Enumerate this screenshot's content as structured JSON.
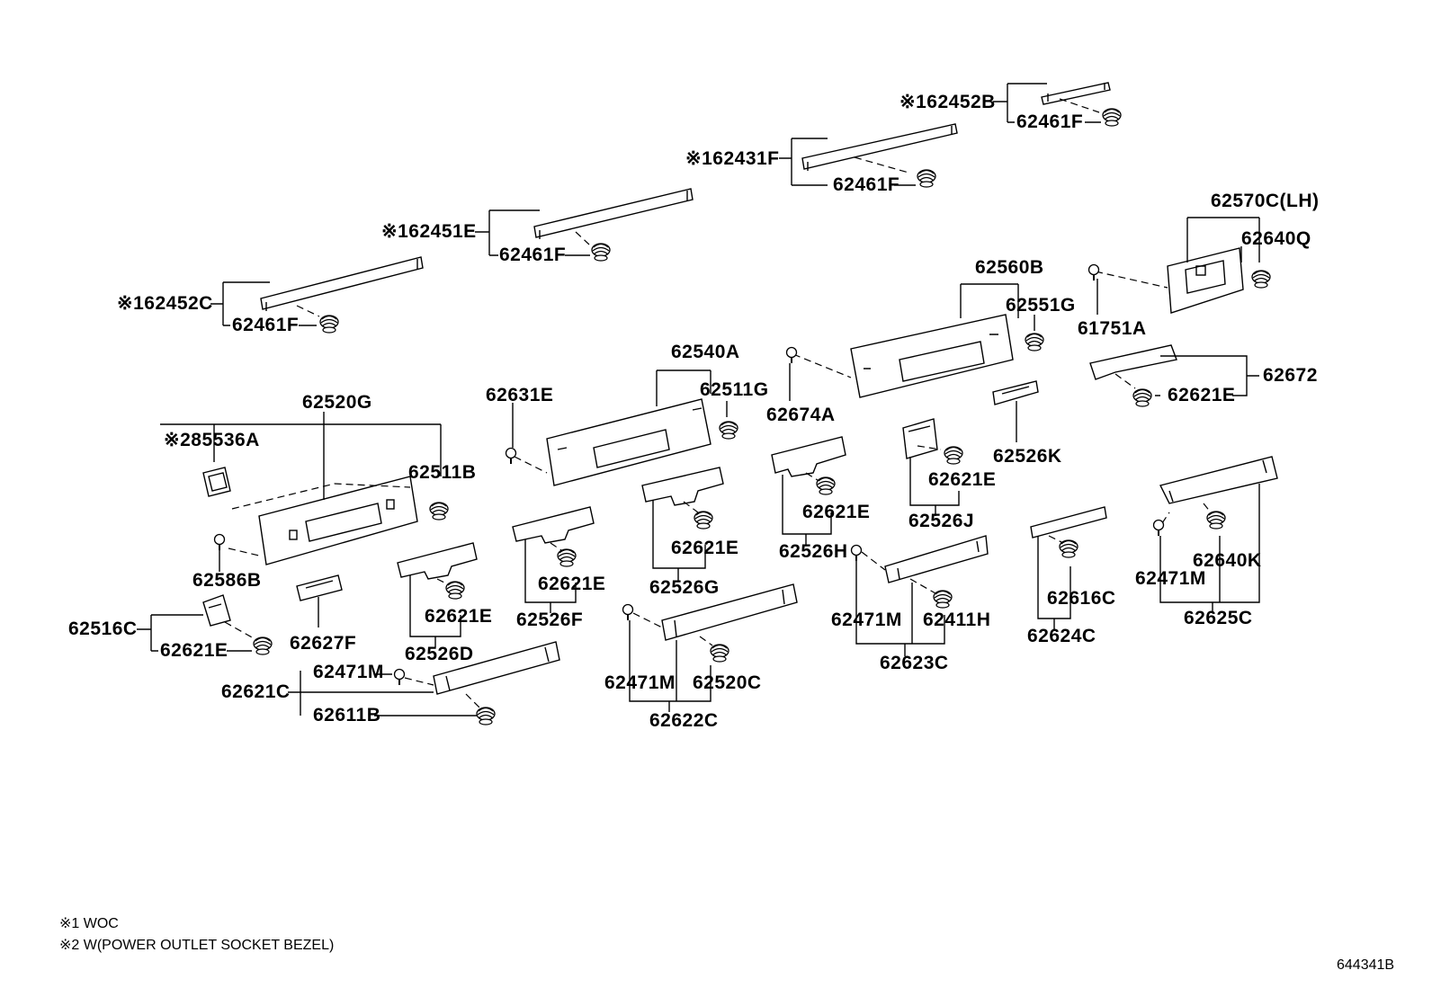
{
  "notes": [
    "※1 WOC",
    "※2 W(POWER OUTLET SOCKET BEZEL)"
  ],
  "diagram_code": "644341B",
  "labels": {
    "l_62452B": "※162452B",
    "l_62461F_a": "62461F",
    "l_62431F": "※162431F",
    "l_62461F_b": "62461F",
    "l_62451E": "※162451E",
    "l_62461F_c": "62461F",
    "l_62452C": "※162452C",
    "l_62461F_d": "62461F",
    "l_62570C": "62570C(LH)",
    "l_62640Q": "62640Q",
    "l_61751A": "61751A",
    "l_62560B": "62560B",
    "l_62551G": "62551G",
    "l_62672": "62672",
    "l_62621E_top": "62621E",
    "l_62540A": "62540A",
    "l_62511G": "62511G",
    "l_62631E": "62631E",
    "l_62674A": "62674A",
    "l_62526K": "62526K",
    "l_62520G": "62520G",
    "l_85536A": "※285536A",
    "l_62511B": "62511B",
    "l_62621E_j": "62621E",
    "l_62526J": "62526J",
    "l_62621E_h": "62621E",
    "l_62526H": "62526H",
    "l_62621E_g": "62621E",
    "l_62526G": "62526G",
    "l_62586B": "62586B",
    "l_62621E_f": "62621E",
    "l_62526F": "62526F",
    "l_62621E_d": "62621E",
    "l_62526D": "62526D",
    "l_62627F": "62627F",
    "l_62516C": "62516C",
    "l_62621E_c": "62621E",
    "l_62621C": "62621C",
    "l_62471M_a": "62471M",
    "l_62611B": "62611B",
    "l_62471M_b": "62471M",
    "l_62520C": "62520C",
    "l_62622C": "62622C",
    "l_62471M_c": "62471M",
    "l_62411H": "62411H",
    "l_62623C": "62623C",
    "l_62616C": "62616C",
    "l_62624C": "62624C",
    "l_62471M_d": "62471M",
    "l_62640K": "62640K",
    "l_62625C": "62625C"
  }
}
